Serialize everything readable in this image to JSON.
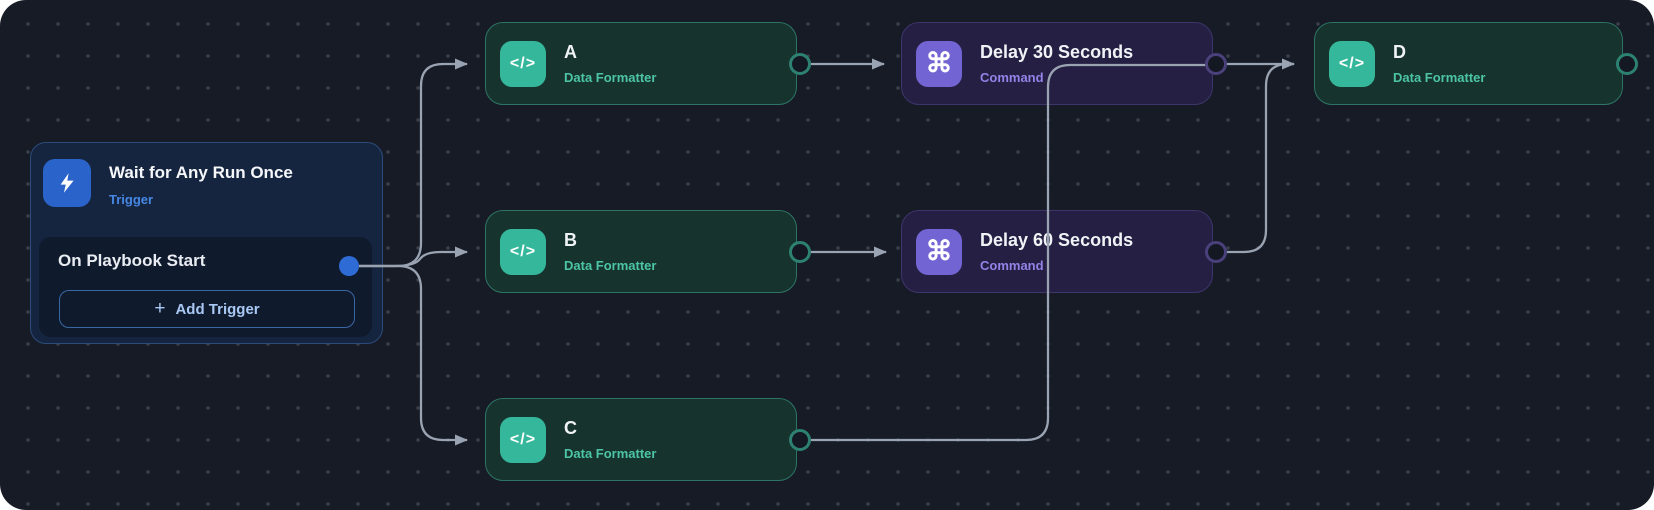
{
  "trigger": {
    "title": "Wait for Any Run Once",
    "type_label": "Trigger",
    "row_label": "On Playbook Start",
    "add_plus": "+",
    "add_label": "Add Trigger"
  },
  "nodes": [
    {
      "id": "a",
      "title": "A",
      "type_label": "Data Formatter",
      "icon": "code-icon",
      "icon_glyph": "</>"
    },
    {
      "id": "b",
      "title": "B",
      "type_label": "Data Formatter",
      "icon": "code-icon",
      "icon_glyph": "</>"
    },
    {
      "id": "c",
      "title": "C",
      "type_label": "Data Formatter",
      "icon": "code-icon",
      "icon_glyph": "</>"
    },
    {
      "id": "delay-30",
      "title": "Delay 30 Seconds",
      "type_label": "Command",
      "icon": "command-icon",
      "icon_glyph": "⌘"
    },
    {
      "id": "delay-60",
      "title": "Delay 60 Seconds",
      "icon": "command-icon",
      "type_label": "Command",
      "icon_glyph": "⌘"
    },
    {
      "id": "d",
      "title": "D",
      "type_label": "Data Formatter",
      "icon": "code-icon",
      "icon_glyph": "</>"
    }
  ],
  "edges": [
    {
      "from": "on-playbook-start",
      "to": "a"
    },
    {
      "from": "on-playbook-start",
      "to": "b"
    },
    {
      "from": "on-playbook-start",
      "to": "c"
    },
    {
      "from": "a",
      "to": "delay-30"
    },
    {
      "from": "b",
      "to": "delay-60"
    },
    {
      "from": "delay-30",
      "to": "d"
    },
    {
      "from": "delay-60",
      "to": "d"
    },
    {
      "from": "c",
      "to": "d"
    }
  ],
  "colors": {
    "canvas_bg": "#161b26",
    "edge": "#9aa3b2",
    "formatter_accent": "#35b79c",
    "formatter_label": "#4cc5a6",
    "command_accent": "#7264d2",
    "command_label": "#9283e8",
    "trigger_accent": "#2a64ca",
    "trigger_label": "#4687e4",
    "trigger_port": "#2e6bd4"
  }
}
